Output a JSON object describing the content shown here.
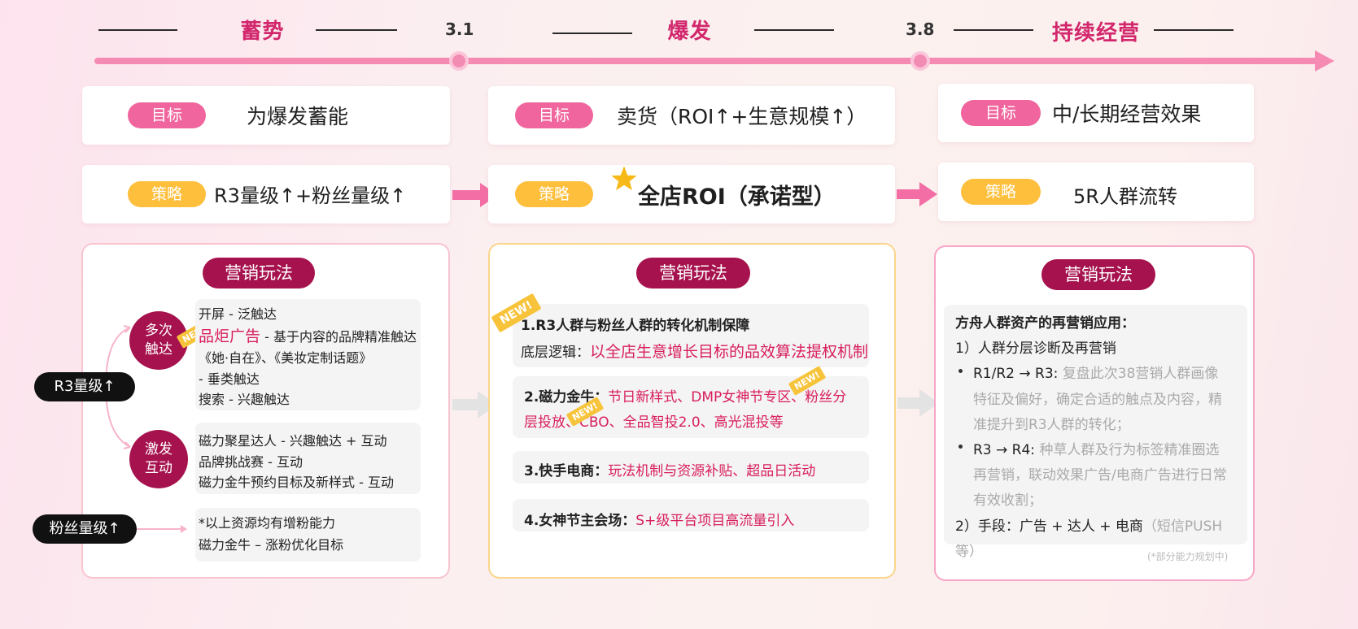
{
  "timeline": {
    "phases": [
      "蓄势",
      "爆发",
      "持续经营"
    ],
    "milestones": [
      "3.1",
      "3.8"
    ]
  },
  "labels": {
    "goal": "目标",
    "strategy": "策略",
    "marketing": "营销玩法"
  },
  "columns": [
    {
      "goal": "为爆发蓄能",
      "strategy": "R3量级↑+粉丝量级↑"
    },
    {
      "goal": "卖货（ROI↑+生意规模↑）",
      "strategy": "全店ROI（承诺型）"
    },
    {
      "goal": "中/长期经营效果",
      "strategy": "5R人群流转"
    }
  ],
  "col1": {
    "side_labels": [
      "R3量级↑",
      "粉丝量级↑"
    ],
    "circles": [
      "多次\n触达",
      "激发\n互动"
    ],
    "circle1_line1": "多次",
    "circle1_line2": "触达",
    "circle2_line1": "激发",
    "circle2_line2": "互动",
    "box1": {
      "l1": "开屏 - 泛触达",
      "l2_red": "品炬广告",
      "l2_rest": " - 基于内容的品牌精准触达",
      "l3": "《她·自在》、《美妆定制话题》",
      "l4": "- 垂类触达",
      "l5": "搜索 - 兴趣触达"
    },
    "box2": {
      "l1": "磁力聚星达人 - 兴趣触达 + 互动",
      "l2": "品牌挑战赛 - 互动",
      "l3": "磁力金牛预约目标及新样式 - 互动"
    },
    "box3": {
      "l1": "*以上资源均有增粉能力",
      "l2": "磁力金牛 – 涨粉优化目标"
    }
  },
  "col2": {
    "item1_title": "1.R3人群与粉丝人群的转化机制保障",
    "item1_sub_label": "底层逻辑：",
    "item1_sub_red": "以全店生意增长目标的品效算法提权机制",
    "item2_label": "2.磁力金牛：",
    "item2_red_a": "节日新样式、DMP女神节专区、粉丝分",
    "item2_red_b": "层投放、CBO、全品智投2.0、高光混投等",
    "item3_label": "3.快手电商：",
    "item3_red": "玩法机制与资源补贴、超品日活动",
    "item4_label": "4.女神节主会场：",
    "item4_red": "S+级平台项目高流量引入"
  },
  "col3": {
    "title": "方舟人群资产的再营销应用：",
    "sub1": "1）人群分层诊断及再营销",
    "b1_label": "R1/R2 → R3: ",
    "b1_l1": "复盘此次38营销人群画像",
    "b1_l2": "特征及偏好，确定合适的触点及内容，精",
    "b1_l3": "准提升到R3人群的转化；",
    "b2_label": "R3 → R4: ",
    "b2_l1": "种草人群及行为标签精准圈选",
    "b2_l2": "再营销，联动效果广告/电商广告进行日常",
    "b2_l3": "有效收割；",
    "sub2": "2）手段：广告 + 达人 + 电商",
    "sub2_gray": "（短信PUSH",
    "sub2_cont": "等）",
    "footnote": "(*部分能力规划中)"
  },
  "new_tag": "NEW!",
  "colors": {
    "accent": "#d2276c",
    "dark_magenta": "#a6124e",
    "pink_pill": "#f0659d",
    "yellow_pill": "#fdbf3c"
  }
}
